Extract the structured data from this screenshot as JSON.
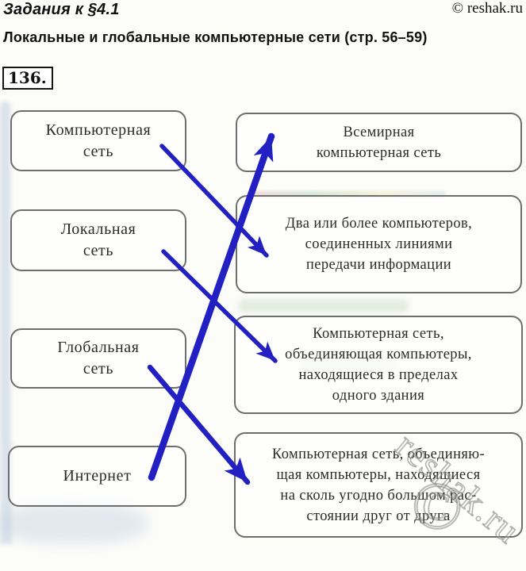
{
  "page": {
    "title": "Задания к §4.1",
    "copyright": "© reshak.ru",
    "subtitle": "Локальные и глобальные компьютерные сети (стр. 56–59)",
    "exercise_number": "136."
  },
  "matching": {
    "terms": [
      {
        "label": "Компьютерная сеть",
        "lines": [
          "Компьютерная",
          "сеть"
        ]
      },
      {
        "label": "Локальная сеть",
        "lines": [
          "Локальная",
          "сеть"
        ]
      },
      {
        "label": "Глобальная сеть",
        "lines": [
          "Глобальная",
          "сеть"
        ]
      },
      {
        "label": "Интернет",
        "lines": [
          "Интернет"
        ]
      }
    ],
    "definitions": [
      {
        "label": "Всемирная компьютерная сеть",
        "lines": [
          "Всемирная",
          "компьютерная сеть"
        ]
      },
      {
        "label": "Два или более компьютеров, соединенных линиями передачи информации",
        "lines": [
          "Два или более компьютеров,",
          "соединенных линиями",
          "передачи информации"
        ]
      },
      {
        "label": "Компьютерная сеть, объединяющая компьютеры, находящиеся в пределах одного здания",
        "lines": [
          "Компьютерная сеть,",
          "объединяющая компьютеры,",
          "находящиеся в пределах",
          "одного здания"
        ]
      },
      {
        "label": "Компьютерная сеть, объединяющая компьютеры, находящиеся на сколь угодно большом расстоянии друг от друга",
        "lines": [
          "Компьютерная сеть, объединяю-",
          "щая компьютеры, находящиеся",
          "на сколь угодно большом рас-",
          "стоянии друг от друга"
        ]
      }
    ],
    "connections": [
      {
        "from": "Компьютерная сеть",
        "to": "Два или более компьютеров, соединенных линиями передачи информации"
      },
      {
        "from": "Локальная сеть",
        "to": "Компьютерная сеть, объединяющая компьютеры, находящиеся в пределах одного здания"
      },
      {
        "from": "Глобальная сеть",
        "to": "Компьютерная сеть, объединяющая компьютеры, находящиеся на сколь угодно большом расстоянии друг от друга"
      },
      {
        "from": "Интернет",
        "to": "Всемирная компьютерная сеть"
      }
    ]
  },
  "watermark": {
    "symbol": "©",
    "text": "reshak.ru"
  },
  "colors": {
    "arrow": "#2220c2",
    "box_border": "#6e6e6e",
    "text": "#2a2a2a"
  }
}
